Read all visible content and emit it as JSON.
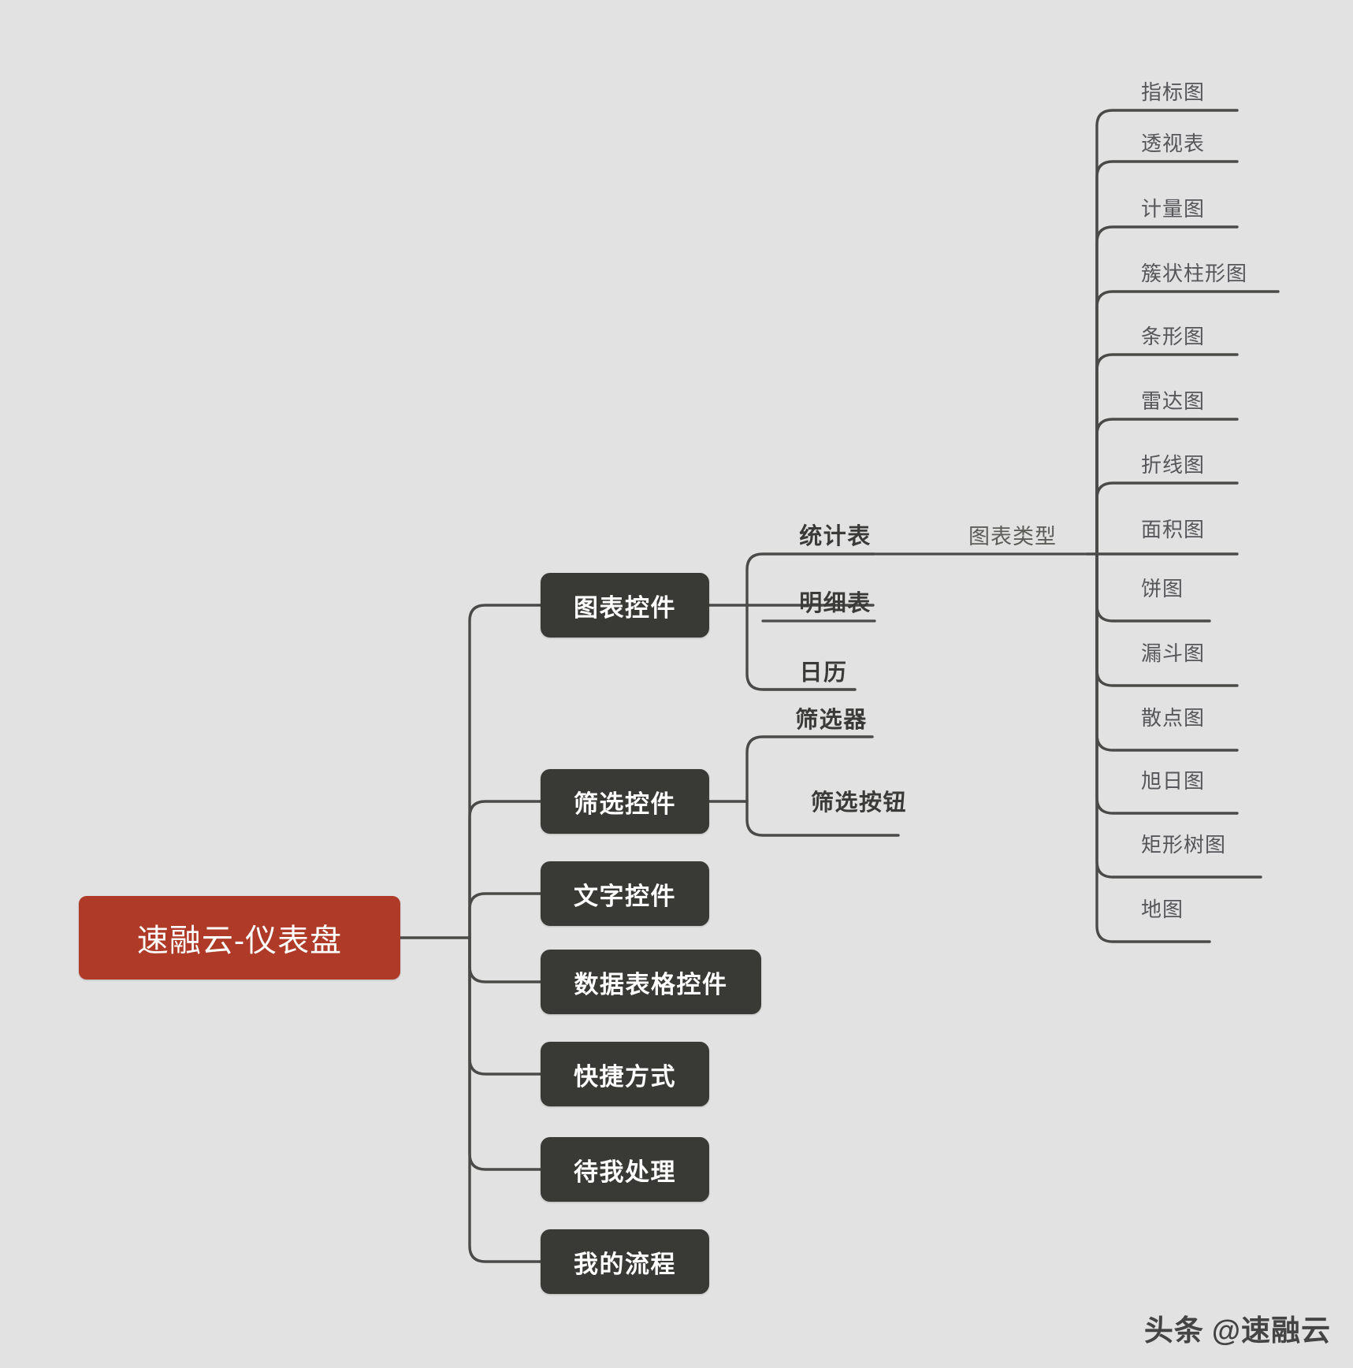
{
  "diagram": {
    "title": "速融云-仪表盘",
    "root": {
      "label": "速融云-仪表盘",
      "color": "#ae3a27",
      "text_color": "#ffffff"
    },
    "branch_color": "#4a4a48",
    "node_color": "#393936",
    "background": "#e2e2e2",
    "level2": [
      {
        "label": "图表控件"
      },
      {
        "label": "筛选控件"
      },
      {
        "label": "文字控件"
      },
      {
        "label": "数据表格控件"
      },
      {
        "label": "快捷方式"
      },
      {
        "label": "待我处理"
      },
      {
        "label": "我的流程"
      }
    ],
    "chart_widget_children": [
      {
        "label": "统计表"
      },
      {
        "label": "明细表"
      },
      {
        "label": "日历"
      }
    ],
    "filter_widget_children": [
      {
        "label": "筛选器"
      },
      {
        "label": "筛选按钮"
      }
    ],
    "chart_type_label": "图表类型",
    "chart_types": [
      {
        "label": "指标图"
      },
      {
        "label": "透视表"
      },
      {
        "label": "计量图"
      },
      {
        "label": "簇状柱形图"
      },
      {
        "label": "条形图"
      },
      {
        "label": "雷达图"
      },
      {
        "label": "折线图"
      },
      {
        "label": "面积图"
      },
      {
        "label": "饼图"
      },
      {
        "label": "漏斗图"
      },
      {
        "label": "散点图"
      },
      {
        "label": "旭日图"
      },
      {
        "label": "矩形树图"
      },
      {
        "label": "地图"
      }
    ],
    "watermark": {
      "platform": "头条",
      "handle": "@速融云"
    }
  }
}
